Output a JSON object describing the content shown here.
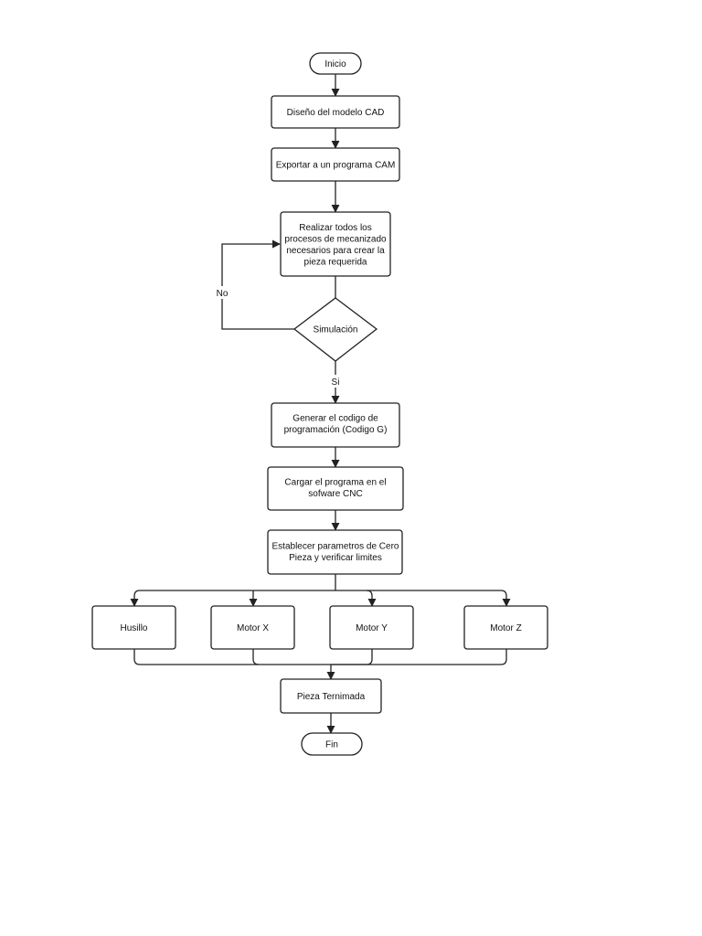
{
  "diagram": {
    "nodes": {
      "inicio": {
        "lines": [
          "Inicio"
        ]
      },
      "cad": {
        "lines": [
          "Diseño del modelo CAD"
        ]
      },
      "cam": {
        "lines": [
          "Exportar a un programa CAM"
        ]
      },
      "procesos": {
        "lines": [
          "Realizar todos los",
          "procesos de mecanizado",
          "necesarios para crear la",
          "pieza requerida"
        ]
      },
      "simulacion": {
        "lines": [
          "Simulación"
        ]
      },
      "codigo_g": {
        "lines": [
          "Generar el codigo de",
          "programación (Codigo G)"
        ]
      },
      "cargar": {
        "lines": [
          "Cargar el programa en el",
          "sofware CNC"
        ]
      },
      "establecer": {
        "lines": [
          "Establecer parametros de Cero",
          "Pieza y verificar limites"
        ]
      },
      "husillo": {
        "lines": [
          "Husillo"
        ]
      },
      "motor_x": {
        "lines": [
          "Motor X"
        ]
      },
      "motor_y": {
        "lines": [
          "Motor Y"
        ]
      },
      "motor_z": {
        "lines": [
          "Motor Z"
        ]
      },
      "pieza_terminada": {
        "lines": [
          "Pieza Ternimada"
        ]
      },
      "fin": {
        "lines": [
          "Fin"
        ]
      }
    },
    "edge_labels": {
      "no": "No",
      "si": "Si"
    }
  }
}
